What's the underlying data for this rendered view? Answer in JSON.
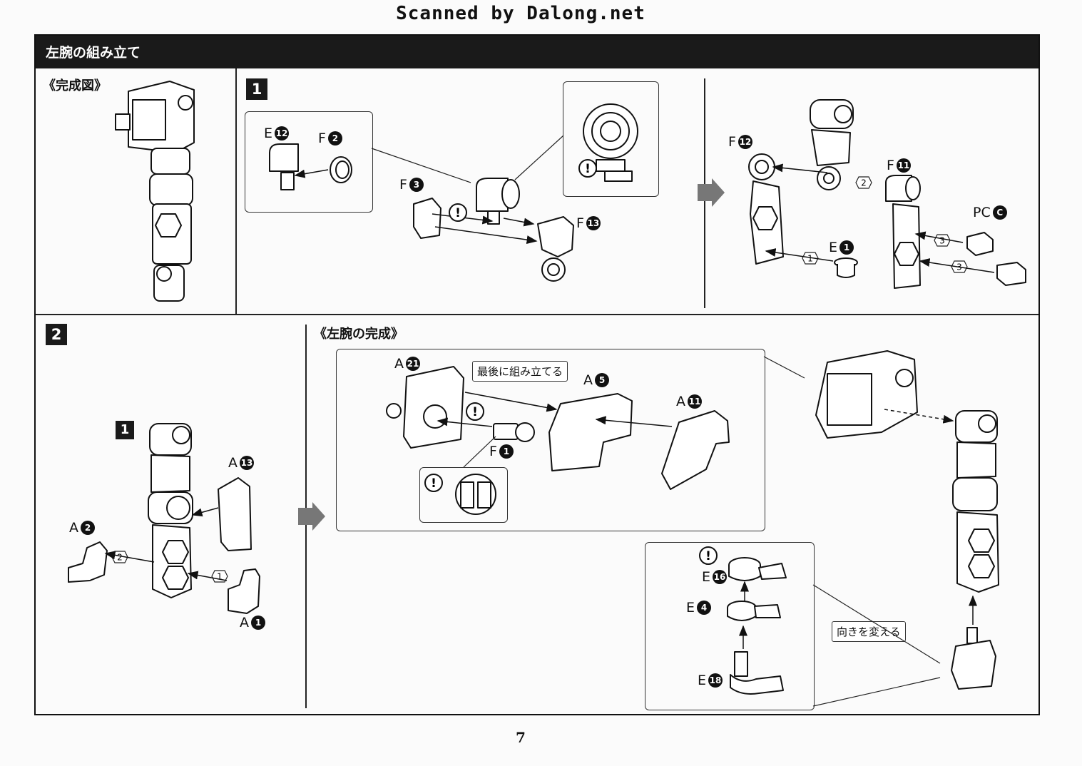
{
  "scan_credit": "Scanned by Dalong.net",
  "header": {
    "title": "左腕の組み立て"
  },
  "completed_view": {
    "label": "《完成図》"
  },
  "step1": {
    "number": "1",
    "parts": {
      "e12": {
        "letter": "E",
        "num": "12"
      },
      "f2": {
        "letter": "F",
        "num": "2"
      },
      "f3": {
        "letter": "F",
        "num": "3"
      },
      "f13": {
        "letter": "F",
        "num": "13"
      },
      "f12": {
        "letter": "F",
        "num": "12"
      },
      "f11": {
        "letter": "F",
        "num": "11"
      },
      "pcc": {
        "letter": "PC",
        "num": "C"
      },
      "e1": {
        "letter": "E",
        "num": "1"
      }
    },
    "order_marks": [
      "2",
      "3",
      "3",
      "1"
    ]
  },
  "step2": {
    "number": "2",
    "sub_step": "1",
    "parts": {
      "a13": {
        "letter": "A",
        "num": "13"
      },
      "a2": {
        "letter": "A",
        "num": "2"
      },
      "a1": {
        "letter": "A",
        "num": "1"
      }
    },
    "order_marks": [
      "2",
      "1"
    ]
  },
  "final_assembly": {
    "label": "《左腕の完成》",
    "note_last": "最後に組み立てる",
    "note_direction": "向きを変える",
    "parts": {
      "a21": {
        "letter": "A",
        "num": "21"
      },
      "a5": {
        "letter": "A",
        "num": "5"
      },
      "a11": {
        "letter": "A",
        "num": "11"
      },
      "f1": {
        "letter": "F",
        "num": "1"
      },
      "e16": {
        "letter": "E",
        "num": "16"
      },
      "e4": {
        "letter": "E",
        "num": "4"
      },
      "e18": {
        "letter": "E",
        "num": "18"
      }
    }
  },
  "page_number": "7"
}
